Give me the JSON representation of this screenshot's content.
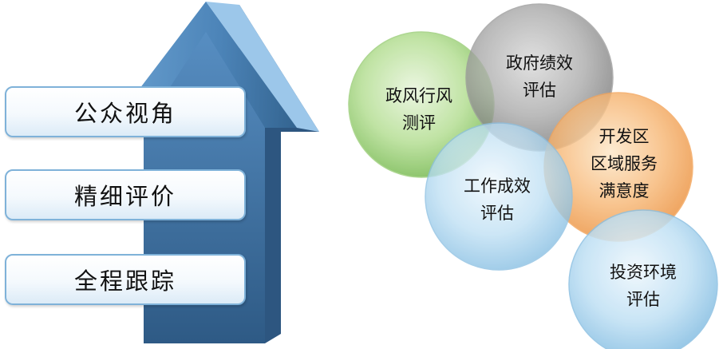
{
  "arrow_labels": [
    "公众视角",
    "精细评价",
    "全程跟踪"
  ],
  "circles": [
    {
      "label": "政风行风\n测评",
      "color": "green"
    },
    {
      "label": "政府绩效\n评估",
      "color": "gray"
    },
    {
      "label": "开发区\n区域服务\n满意度",
      "color": "orange"
    },
    {
      "label": "工作成效\n评估",
      "color": "blue"
    },
    {
      "label": "投资环境\n评估",
      "color": "blue"
    }
  ],
  "colors": {
    "arrow_dark": "#2f5f8a",
    "arrow_light": "#7fb3df",
    "box_border": "#7fb2d9",
    "green": "#7cc35e",
    "gray": "#8a8a8a",
    "orange": "#f29a4a",
    "blue": "#8ec4e6"
  }
}
